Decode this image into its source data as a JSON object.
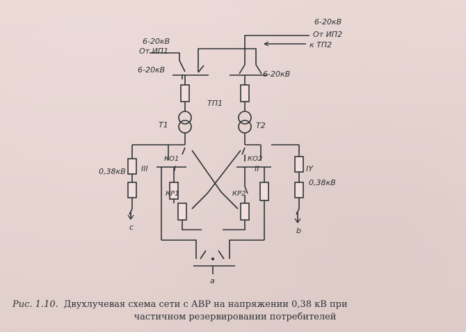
{
  "diagram": {
    "labels": {
      "v_6_20_top_right": "6-20кВ",
      "from_ip2": "От ИП2",
      "to_tp2": "к ТП2",
      "v_6_20_top_left": "6-20кВ",
      "from_ip1": "От ИП1",
      "v_6_20_left_bus": "6-20кВ",
      "v_6_20_right_bus": "6-20кВ",
      "tp1": "ТП1",
      "t1": "Т1",
      "t2": "Т2",
      "ko1": "КО1",
      "ko2": "КО2",
      "bus_i": "I",
      "bus_ii": "II",
      "bus_iii": "III",
      "bus_iv": "IY",
      "kr1": "КР1",
      "kr2": "КР2",
      "v_038_left": "0,38кВ",
      "v_038_right": "0,38кВ",
      "load_c": "с",
      "load_b": "b",
      "load_a": "а"
    }
  },
  "caption": {
    "figure": "Рис. 1.10.",
    "line1": "Двухлучевая схема сети с АВР  на напряжении 0,38  кВ при",
    "line2": "частичном резервировании потребителей"
  }
}
